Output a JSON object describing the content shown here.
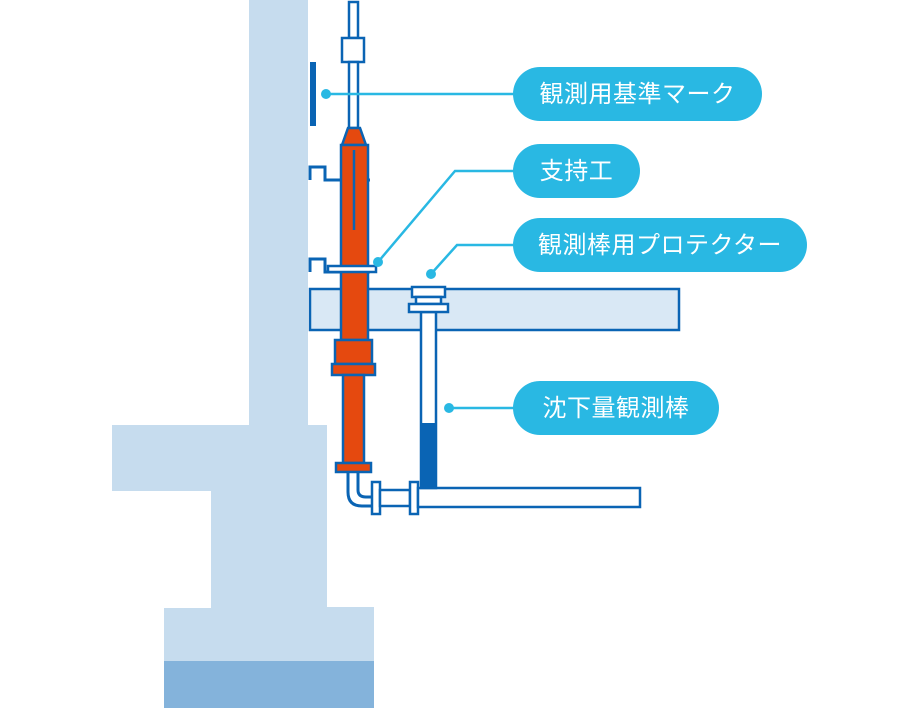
{
  "colors": {
    "concrete": "#c6dcee",
    "ground": "#84b3db",
    "slab": "#d9e8f5",
    "pipe_stroke": "#0a64b4",
    "orange": "#e5490f",
    "callout": "#29b8e3",
    "leader": "#29b8e3"
  },
  "labels": {
    "reference_mark": "観測用基準マーク",
    "support": "支持工",
    "protector": "観測棒用プロテクター",
    "settlement_rod": "沈下量観測棒"
  }
}
